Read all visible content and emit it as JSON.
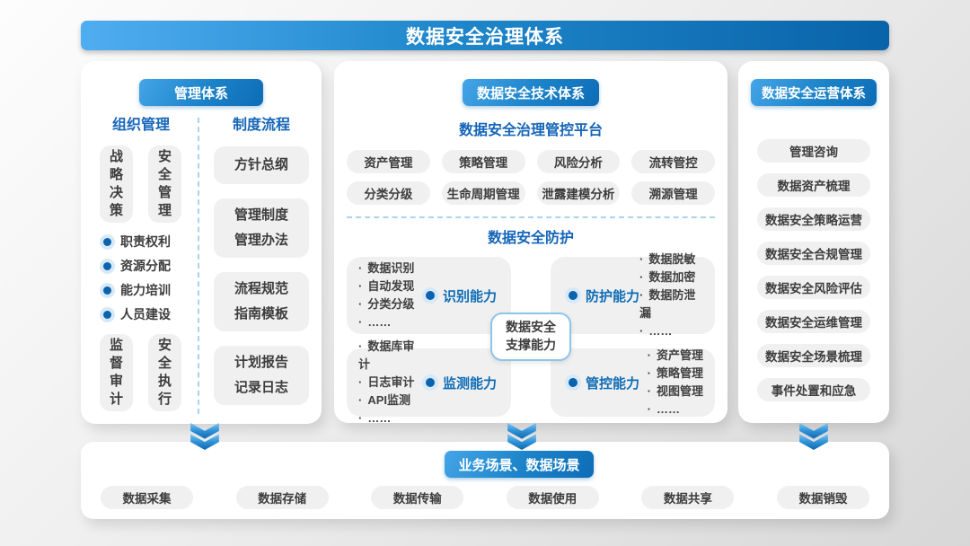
{
  "banner": {
    "title": "数据安全治理体系"
  },
  "management": {
    "header": "管理体系",
    "organization": {
      "title": "组织管理",
      "top_boxes": [
        "战略决策",
        "安全管理"
      ],
      "bullets": [
        "职责权利",
        "资源分配",
        "能力培训",
        "人员建设"
      ],
      "bottom_boxes": [
        "监督审计",
        "安全执行"
      ]
    },
    "process": {
      "title": "制度流程",
      "boxes": [
        {
          "lines": [
            "方针总纲"
          ]
        },
        {
          "lines": [
            "管理制度",
            "管理办法"
          ]
        },
        {
          "lines": [
            "流程规范",
            "指南模板"
          ]
        },
        {
          "lines": [
            "计划报告",
            "记录日志"
          ]
        }
      ]
    }
  },
  "technology": {
    "header": "数据安全技术体系",
    "platform": {
      "title": "数据安全治理管控平台",
      "chips": [
        "资产管理",
        "策略管理",
        "风险分析",
        "流转管控",
        "分类分级",
        "生命周期管理",
        "泄露建模分析",
        "溯源管理"
      ]
    },
    "protection": {
      "title": "数据安全防护",
      "capabilities": [
        {
          "name": "识别能力",
          "items": [
            "数据识别",
            "自动发现",
            "分类分级",
            "……"
          ]
        },
        {
          "name": "防护能力",
          "items": [
            "数据脱敏",
            "数据加密",
            "数据防泄漏",
            "……"
          ]
        },
        {
          "name": "监测能力",
          "items": [
            "数据库审计",
            "日志审计",
            "API监测",
            "……"
          ]
        },
        {
          "name": "管控能力",
          "items": [
            "资产管理",
            "策略管理",
            "视图管理",
            "……"
          ]
        }
      ],
      "support": {
        "line1": "数据安全",
        "line2": "支撑能力"
      }
    }
  },
  "operation": {
    "header": "数据安全运营体系",
    "items": [
      "管理咨询",
      "数据资产梳理",
      "数据安全策略运营",
      "数据安全合规管理",
      "数据安全风险评估",
      "数据安全运维管理",
      "数据安全场景梳理",
      "事件处置和应急"
    ]
  },
  "scenarios": {
    "header": "业务场景、数据场景",
    "chips": [
      "数据采集",
      "数据存储",
      "数据传输",
      "数据使用",
      "数据共享",
      "数据销毁"
    ]
  },
  "icons": {
    "section_arrow": "double-chevron-down",
    "capability_bullet": "ring-dot",
    "list_marker": "middle-dot"
  },
  "colors": {
    "accent_blue": "#0e6cb5",
    "banner_gradient_start": "#4fadf0",
    "banner_gradient_end": "#0a63a9",
    "heading_text": "#1565b8",
    "panel_bg": "#ffffff",
    "chip_bg": "#f0f0f0",
    "chip_text": "#3d3d3d",
    "dot_blue": "#0b63ae",
    "dot_ring": "#d6e9f8",
    "dashed_line": "#a9d4f0",
    "support_border": "#8cc5ec"
  }
}
